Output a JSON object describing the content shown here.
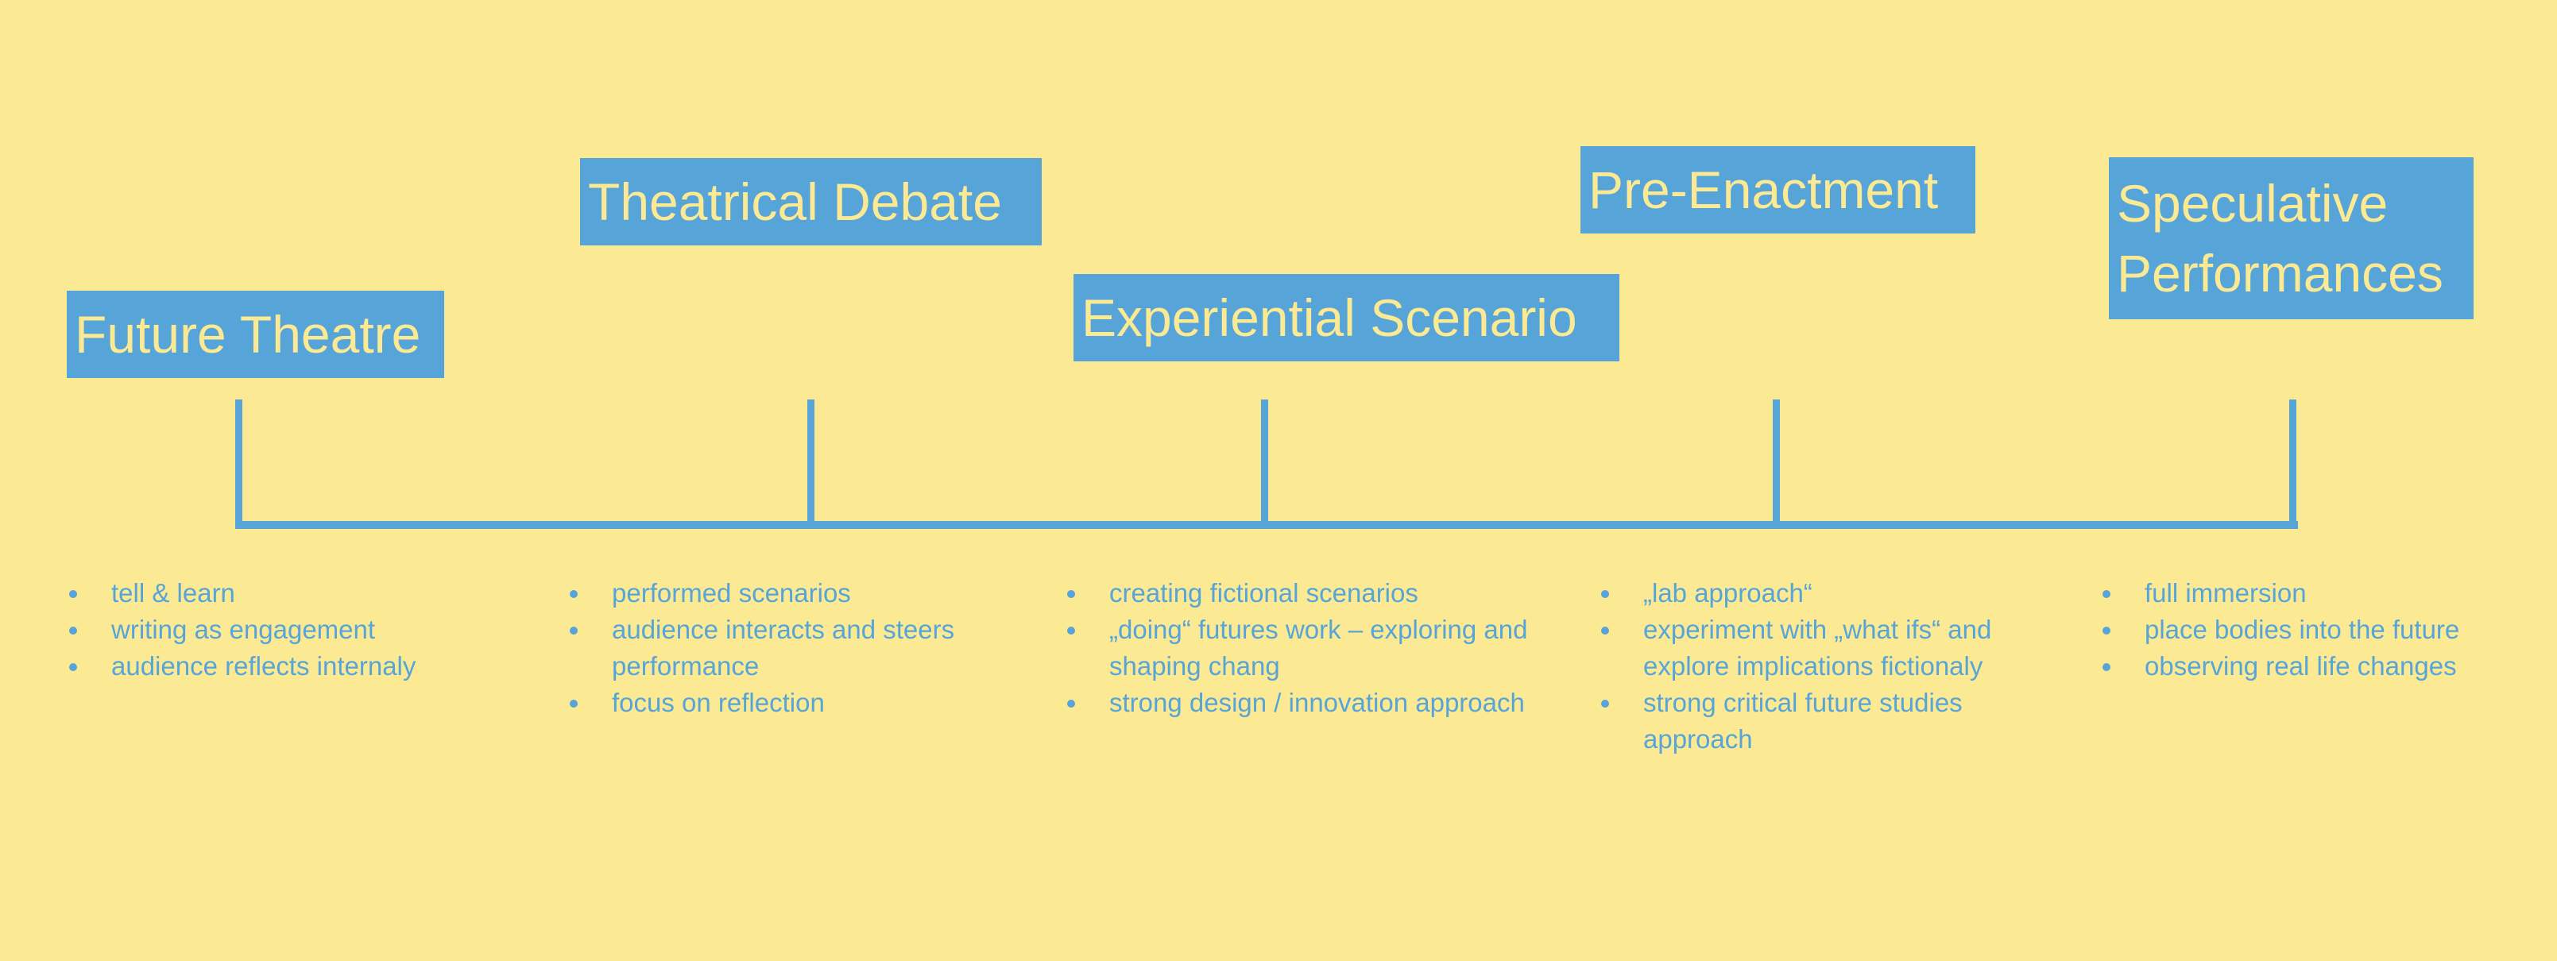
{
  "colors": {
    "background": "#fbe993",
    "accent": "#57a5d8"
  },
  "stages": [
    {
      "title": [
        "Future Theatre"
      ],
      "points": [
        "tell & learn",
        "writing as engagement",
        "audience reflects internaly"
      ]
    },
    {
      "title": [
        "Theatrical Debate"
      ],
      "points": [
        "performed scenarios",
        "audience interacts and steers performance",
        "focus on reflection"
      ]
    },
    {
      "title": [
        "Experiential Scenario"
      ],
      "points": [
        "creating fictional scenarios",
        "„doing“ futures work – exploring and shaping chang",
        "strong design / innovation approach"
      ]
    },
    {
      "title": [
        "Pre-Enactment"
      ],
      "points": [
        "„lab approach“",
        "experiment with „what ifs“ and explore implications fictionaly",
        "strong critical future studies approach"
      ]
    },
    {
      "title": [
        "Speculative",
        "Performances"
      ],
      "points": [
        "full immersion",
        "place bodies into the future",
        "observing real life changes"
      ]
    }
  ]
}
